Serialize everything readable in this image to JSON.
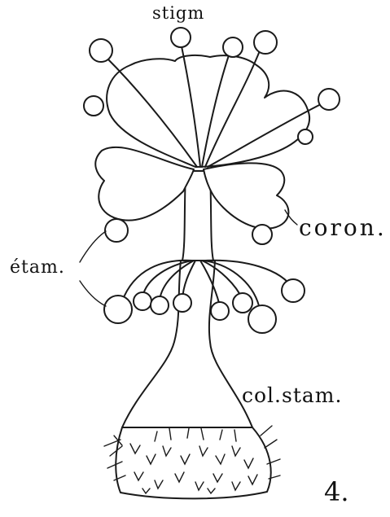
{
  "labels": {
    "stigma": "stigm",
    "corona": "coron.",
    "stamens": "étam.",
    "staminal_column": "col.stam.",
    "figure_number": "4."
  },
  "colors": {
    "ink": "#1a1a1a",
    "paper": "#ffffff"
  }
}
